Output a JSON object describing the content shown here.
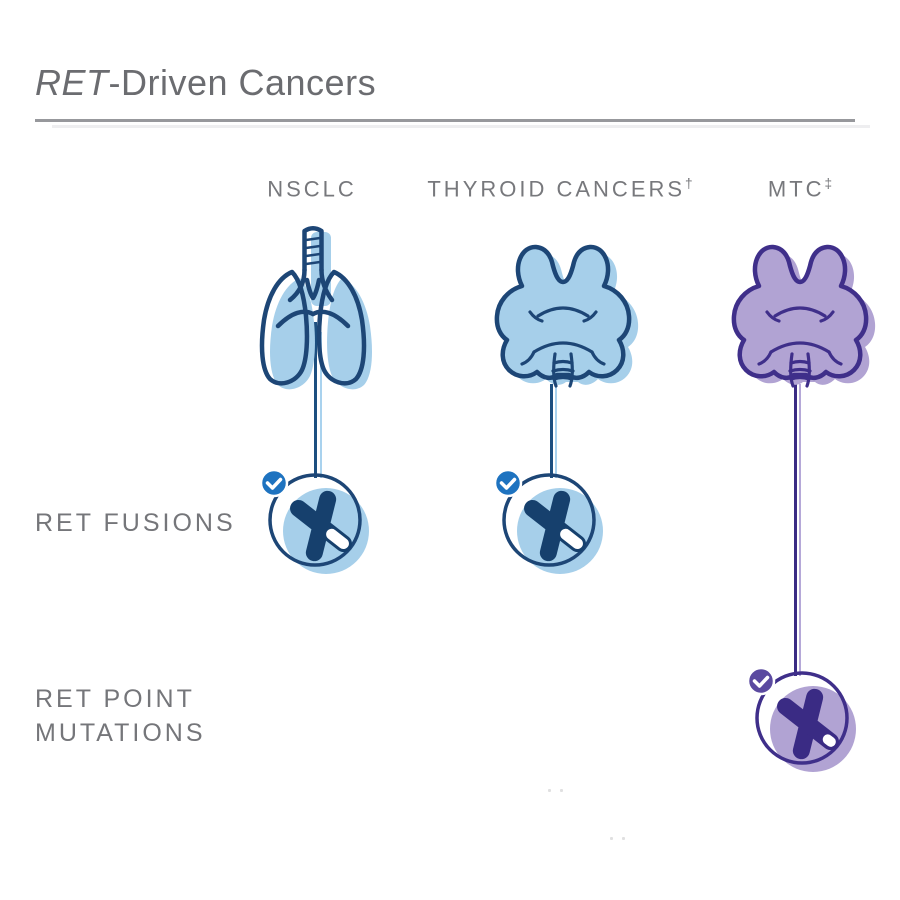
{
  "title": {
    "gene": "RET",
    "suffix": "-Driven Cancers"
  },
  "columns": [
    {
      "key": "nsclc",
      "label": "NSCLC",
      "footnote_marker": "",
      "organ_icon": "lungs-icon",
      "theme": "blue"
    },
    {
      "key": "thyroid-cancers",
      "label": "THYROID CANCERS",
      "footnote_marker": "†",
      "organ_icon": "thyroid-icon",
      "theme": "blue"
    },
    {
      "key": "mtc",
      "label": "MTC",
      "footnote_marker": "‡",
      "organ_icon": "thyroid-icon",
      "theme": "purple"
    }
  ],
  "rows": [
    {
      "key": "ret-fusions",
      "label": "RET FUSIONS"
    },
    {
      "key": "ret-point-mutations",
      "label": "RET POINT MUTATIONS"
    }
  ],
  "alteration_matrix": {
    "ret-fusions": [
      "nsclc",
      "thyroid-cancers"
    ],
    "ret-point-mutations": [
      "mtc"
    ]
  },
  "badge": {
    "icon": "check-icon",
    "glyph": "✓"
  },
  "icons": {
    "lungs": "lungs-icon",
    "thyroid": "thyroid-icon",
    "chromosome": "chromosome-icon",
    "check": "check-icon"
  },
  "colors": {
    "blue_fill": "#a6cfea",
    "blue_outline": "#1d4676",
    "blue_badge": "#1e73c0",
    "purple_fill": "#b1a3d3",
    "purple_outline": "#3f2f8a",
    "purple_badge": "#5b4aa0",
    "text_gray": "#75767a",
    "title_gray": "#6b6c70",
    "divider_gray": "#97989c"
  }
}
